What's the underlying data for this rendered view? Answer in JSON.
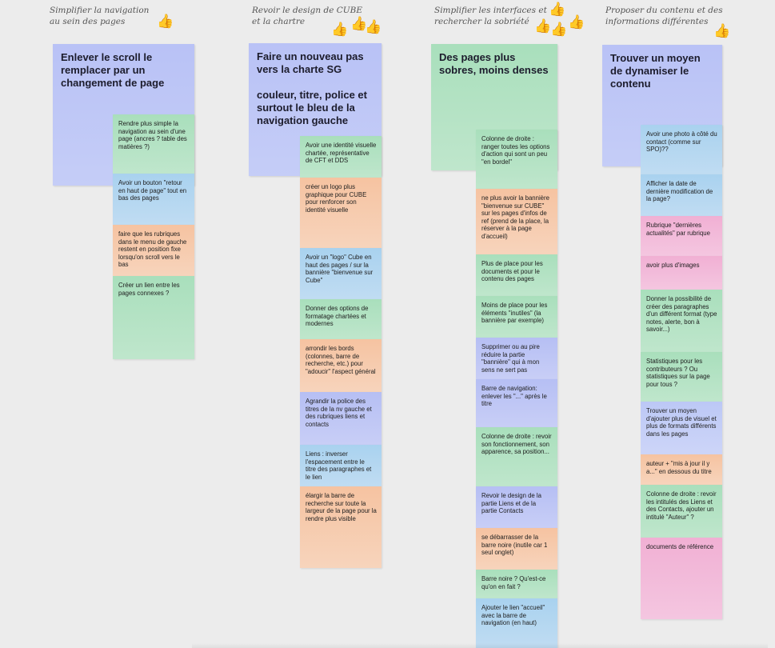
{
  "columns": [
    {
      "header": "Simplifier la navigation\nau sein des pages",
      "main": "Enlever le scroll le remplacer par un changement de page",
      "notes": [
        "Rendre plus simple la navigation au sein d'une page (ancres ? table des matières ?)",
        "Avoir un bouton \"retour en haut de page\" tout en bas des pages",
        "faire que les rubriques dans le menu de gauche restent en position fixe lorsqu'on scroll vers le bas",
        "Créer un lien entre les pages connexes ?"
      ]
    },
    {
      "header": "Revoir le design de CUBE\net la chartre",
      "main": "Faire un nouveau pas vers la charte SG\n\ncouleur, titre, police et surtout le bleu de la navigation gauche",
      "notes": [
        "Avoir une identité visuelle chartée, représentative de CFT et DDS",
        "créer un logo plus graphique pour CUBE pour renforcer son identité visuelle",
        "Avoir un \"logo\" Cube en haut des pages / sur la bannière \"bienvenue sur Cube\"",
        "Donner des options de formatage chartées et modernes",
        "arrondir les bords (colonnes, barre de recherche, etc.) pour \"adoucir\" l'aspect général",
        "Agrandir la police des titres de la nv gauche et des rubriques liens et contacts",
        "Liens : inverser l'espacement entre le titre des paragraphes et le lien",
        "élargir la barre de recherche sur toute la largeur de la page pour la rendre plus visible"
      ]
    },
    {
      "header": "Simplifier les interfaces et\nrechercher la sobriété",
      "main": "Des pages plus sobres, moins denses",
      "notes": [
        "Colonne de droite : ranger toutes les options d'action qui sont un peu \"en bordel\"",
        "ne plus avoir la bannière \"bienvenue sur CUBE\" sur les pages d'infos de ref (prend de la place, la réserver à la page d'accueil)",
        "Plus de place pour les documents et pour le contenu des pages",
        "Moins de place pour les éléments \"inutiles\" (la bannière par exemple)",
        "Supprimer ou au pire réduire la partie \"bannière\" qui à mon sens ne sert pas",
        "Barre de navigation: enlever les \"...\" après le titre",
        "Colonne de droite : revoir son fonctionnement, son apparence, sa position...",
        "Revoir le design de la partie Liens et de la partie Contacts",
        "se débarrasser de la barre noire (inutile car 1 seul onglet)",
        "Barre noire ? Qu'est-ce qu'on en fait ?",
        "Ajouter le lien \"accueil\" avec la barre de navigation (en haut)"
      ]
    },
    {
      "header": "Proposer du contenu et des\ninformations différentes",
      "main": "Trouver un moyen de dynamiser le contenu",
      "notes": [
        "Avoir une photo à côté du contact (comme sur SPO)??",
        "Afficher la date de dernière modification de la page?",
        "Rubrique \"dernières actualités\" par rubrique",
        "avoir plus d'images",
        "Donner la possibilité de créer des paragraphes d'un différent format (type notes, alerte, bon à savoir...)",
        "Statistiques pour les contributeurs ? Ou statistiques sur la page pour tous ?",
        "Trouver un moyen d'ajouter plus de visuel et plus de formats différents dans les pages",
        "auteur + \"mis à jour il y a...\" en dessous du titre",
        "Colonne de droite : revoir les intitulés des Liens et des Contacts, ajouter un intitulé \"Auteur\" ?",
        "documents de référence"
      ]
    }
  ],
  "icons": {
    "vote": "thumbs-up-icon"
  },
  "colors": {
    "background": "#ececec",
    "blue": "#bcc8f6",
    "green": "#a9dfbc",
    "sky": "#a9d2ef",
    "peach": "#f6c3a1",
    "pink": "#f1b0d4"
  }
}
